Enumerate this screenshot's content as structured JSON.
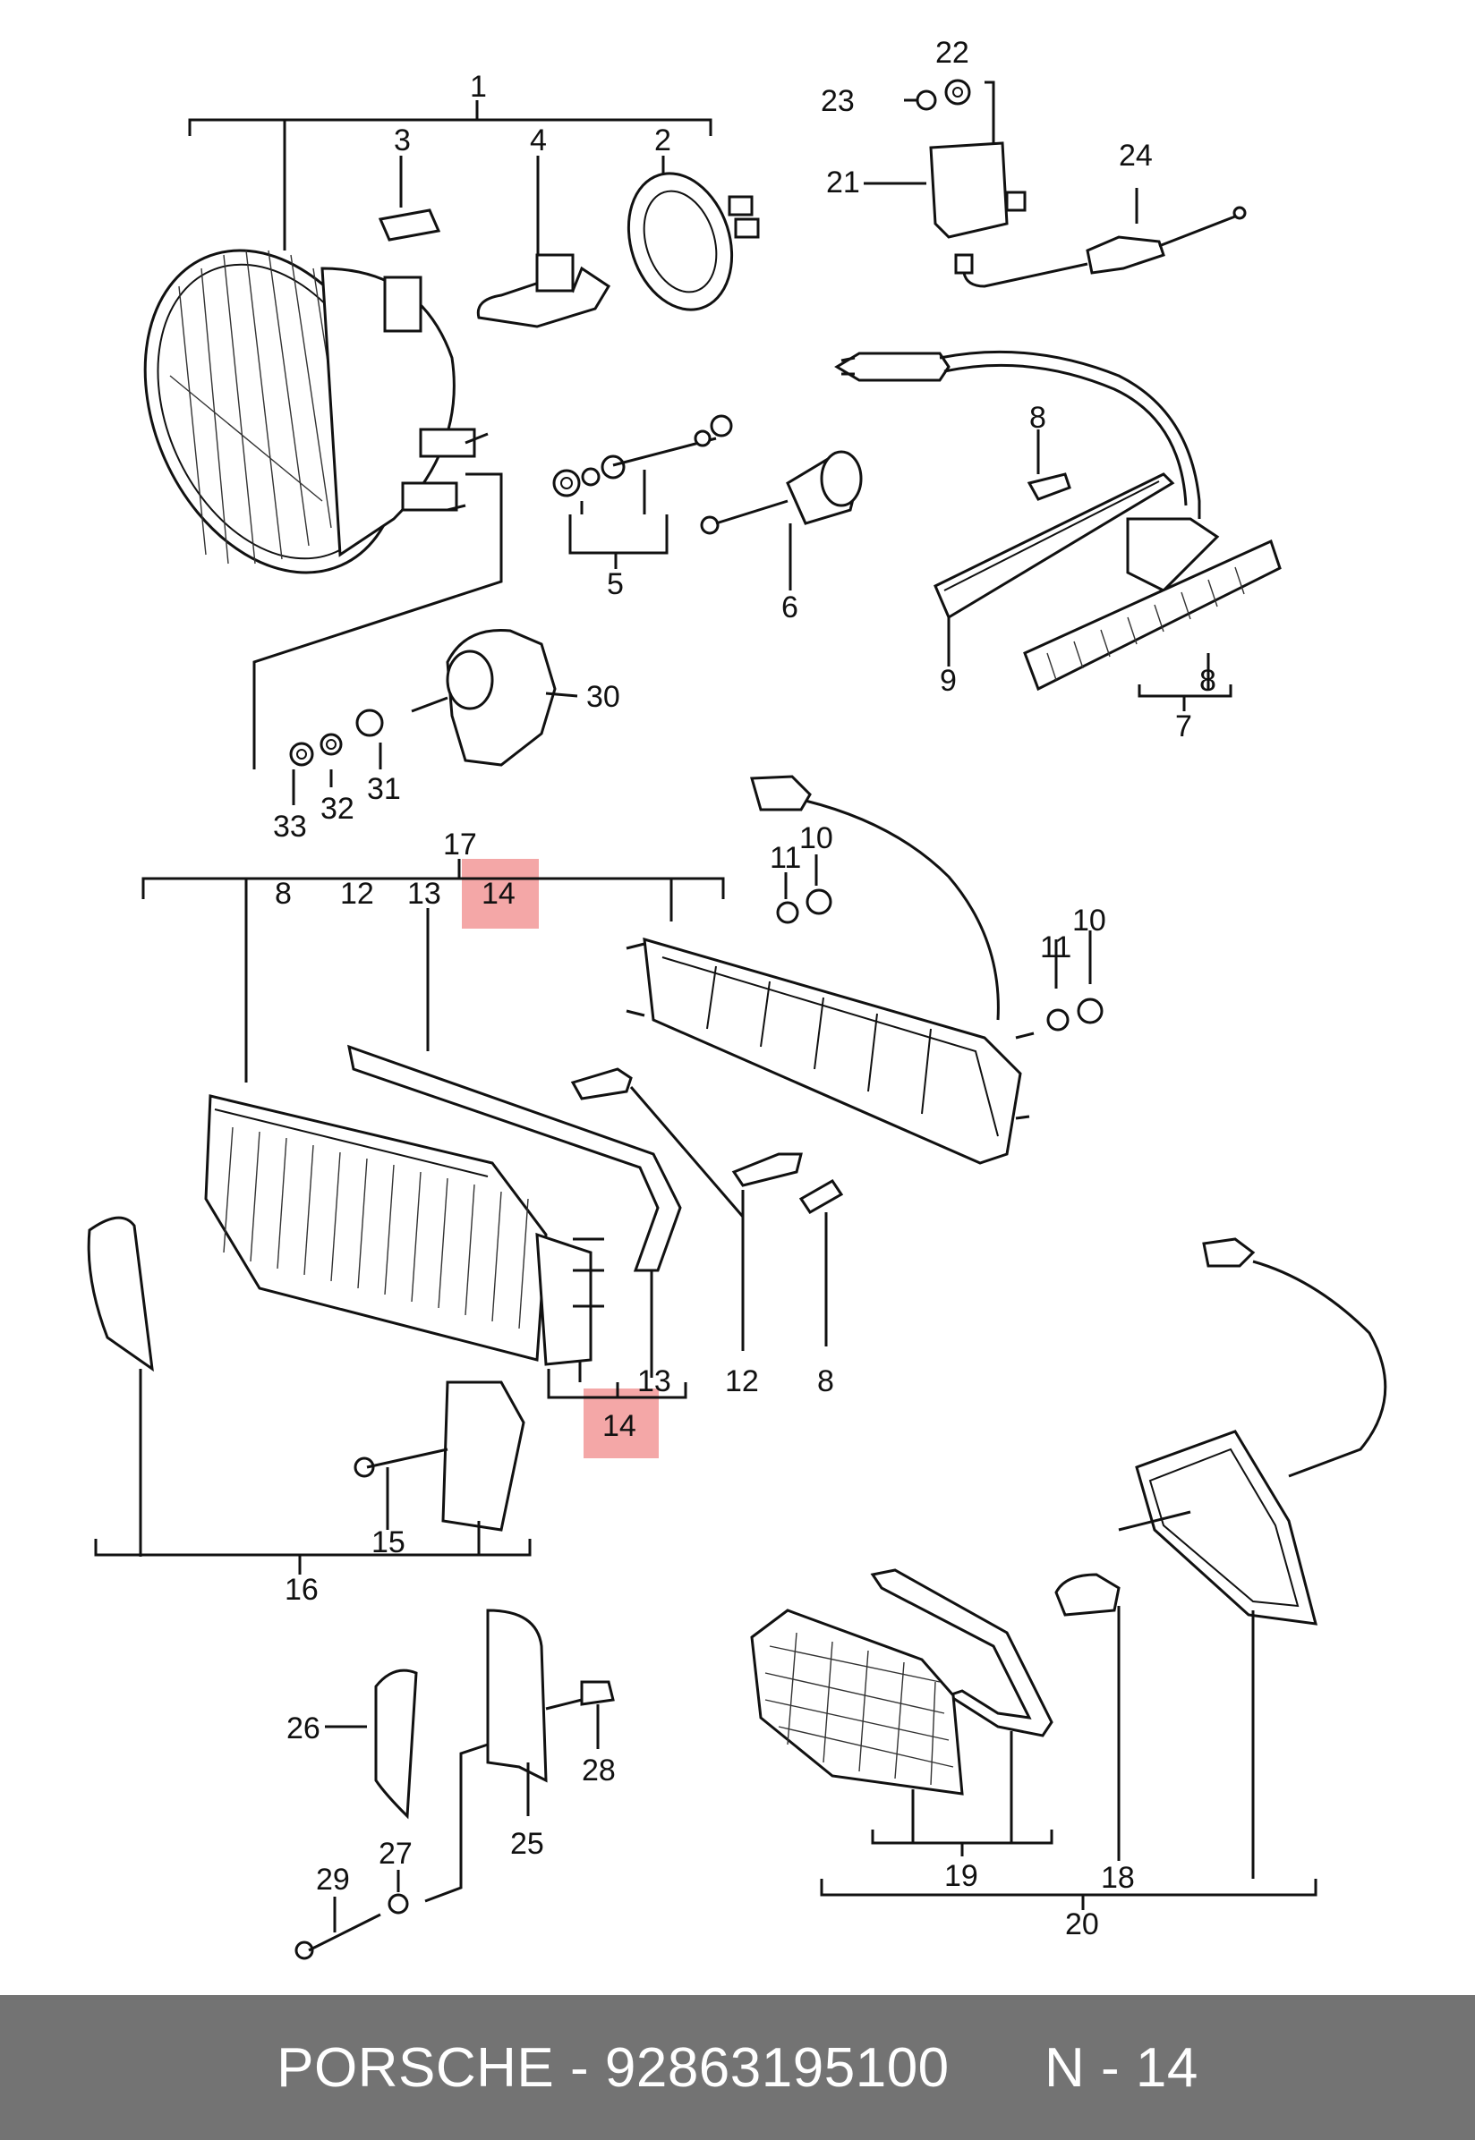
{
  "callouts": {
    "c1": "1",
    "c2": "2",
    "c3": "3",
    "c4": "4",
    "c5": "5",
    "c6": "6",
    "c7": "7",
    "c8a": "8",
    "c8b": "8",
    "c8c": "8",
    "c8d": "8",
    "c9": "9",
    "c10a": "10",
    "c10b": "10",
    "c11a": "11",
    "c11b": "11",
    "c12a": "12",
    "c12b": "12",
    "c13a": "13",
    "c13b": "13",
    "c14a": "14",
    "c14b": "14",
    "c15": "15",
    "c16": "16",
    "c17": "17",
    "c18": "18",
    "c19": "19",
    "c20": "20",
    "c21": "21",
    "c22": "22",
    "c23": "23",
    "c24": "24",
    "c25": "25",
    "c26": "26",
    "c27": "27",
    "c28": "28",
    "c29": "29",
    "c30": "30",
    "c31": "31",
    "c32": "32",
    "c33": "33"
  },
  "highlight_color": "#f4a7a7",
  "footer": {
    "brand": "PORSCHE",
    "separator": " - ",
    "part_number": "92863195100",
    "position": "N - 14"
  }
}
